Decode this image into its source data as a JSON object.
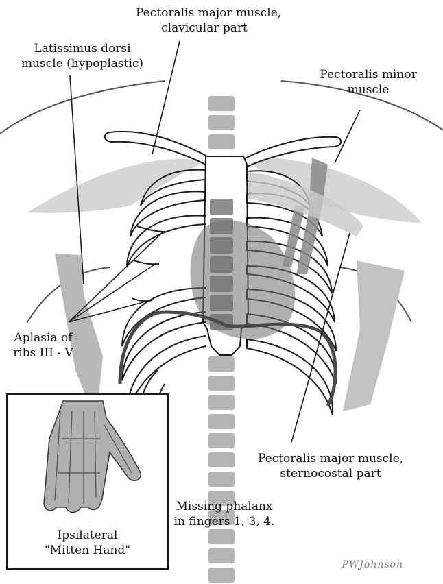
{
  "labels": {
    "pec_clav_l1": "Pectoralis major muscle,",
    "pec_clav_l2": "clavicular part",
    "lat_l1": "Latissimus dorsi",
    "lat_l2": "muscle (hypoplastic)",
    "pec_minor_l1": "Pectoralis minor",
    "pec_minor_l2": "muscle",
    "aplasia_l1": "Aplasia of",
    "aplasia_l2": "ribs III - V",
    "pec_stern_l1": "Pectoralis major muscle,",
    "pec_stern_l2": "sternocostal part",
    "missing_l1": "Missing phalanx",
    "missing_l2": "in fingers 1, 3, 4.",
    "mitten_l1": "Ipsilateral",
    "mitten_l2": "\"Mitten Hand\""
  },
  "signature": "PWJohnson",
  "colors": {
    "outline": "#1a1a1a",
    "muscle_light": "#d4d4d4",
    "muscle_mid": "#b4b4b4",
    "muscle_dark": "#8c8c8c",
    "spine": "#a6a6a6",
    "heart": "#6e6e6e"
  }
}
